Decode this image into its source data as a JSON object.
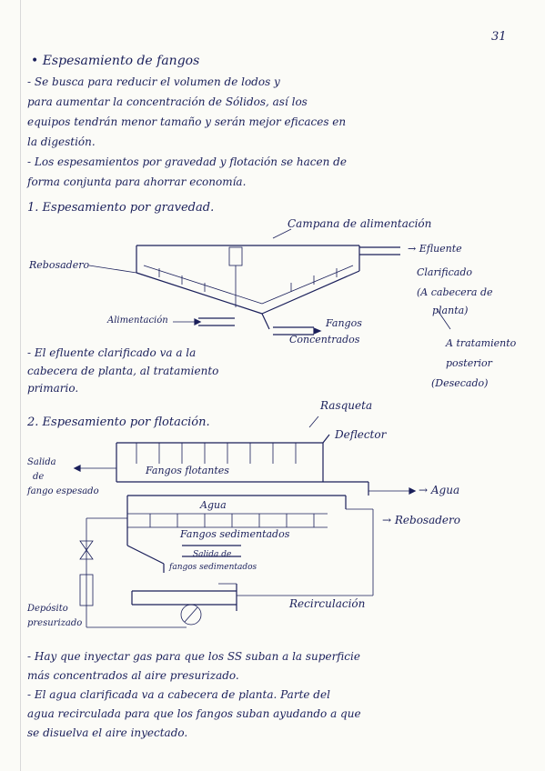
{
  "page_number": "31",
  "heading": "• Espesamiento de fangos",
  "intro": [
    "- Se busca para reducir el volumen de lodos y",
    "para aumentar la concentración de Sólidos, así los",
    "equipos tendrán menor tamaño y serán mejor eficaces en",
    "la digestión."
  ],
  "methods_note": [
    "- Los espesamientos por gravedad y flotación se hacen de",
    "forma conjunta para ahorrar economía."
  ],
  "section1": {
    "title": "1. Espesamiento por gravedad.",
    "labels": {
      "feed_channel": "Campana de alimentación",
      "rubbish": "Rebosadero",
      "effluent": "→ Efluente",
      "effluent_2": "Clarificado",
      "effluent_3": "(A cabecera de",
      "effluent_4": "planta)",
      "feed": "Alimentación",
      "concentrated": "Fangos",
      "concentrated_2": "Concentrados",
      "further": "A tratamiento",
      "further_2": "posterior",
      "further_3": "(Desecado)"
    },
    "note": [
      "- El efluente clarificado va a la",
      "cabecera de planta, al tratamiento",
      "primario."
    ]
  },
  "section2": {
    "title": "2. Espesamiento por flotación.",
    "labels": {
      "skimmer": "Rasqueta",
      "deflector": "Deflector",
      "exit": "Salida",
      "exit_2": "de",
      "exit_3": "fango espesado",
      "floated": "Fangos flotantes",
      "water": "Agua",
      "water_out": "→ Agua",
      "rubbish": "→ Rebosadero",
      "settled": "Fangos sedimentados",
      "settled_exit": "Salida de",
      "settled_exit_2": "fangos sedimentados",
      "tank": "Depósito",
      "tank_2": "presurizado",
      "recirculation": "Recirculación"
    }
  },
  "closing": [
    "- Hay que inyectar gas para que los SS suban a la superficie",
    "más concentrados al aire presurizado.",
    "- El agua clarificada va a cabecera de planta. Parte del",
    "agua recirculada para que los fangos suban ayudando a que",
    "se disuelva el aire inyectado."
  ]
}
